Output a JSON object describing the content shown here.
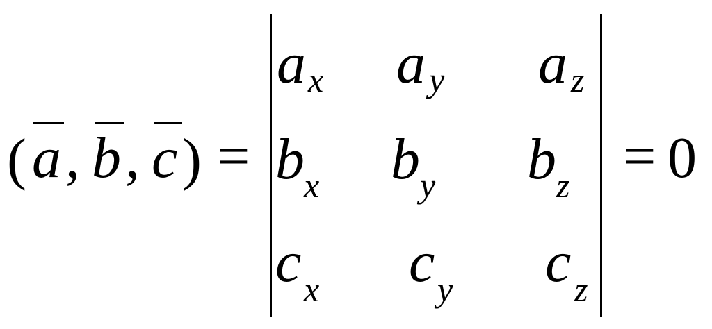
{
  "lhs": {
    "open_paren": "(",
    "vectors": [
      "a",
      "b",
      "c"
    ],
    "separator": ",",
    "close_paren": ")"
  },
  "equals_sign": "=",
  "matrix": {
    "rows": [
      [
        {
          "base": "a",
          "sub": "x"
        },
        {
          "base": "a",
          "sub": "y"
        },
        {
          "base": "a",
          "sub": "z"
        }
      ],
      [
        {
          "base": "b",
          "sub": "x"
        },
        {
          "base": "b",
          "sub": "y"
        },
        {
          "base": "b",
          "sub": "z"
        }
      ],
      [
        {
          "base": "c",
          "sub": "x"
        },
        {
          "base": "c",
          "sub": "y"
        },
        {
          "base": "c",
          "sub": "z"
        }
      ]
    ]
  },
  "result": "0"
}
